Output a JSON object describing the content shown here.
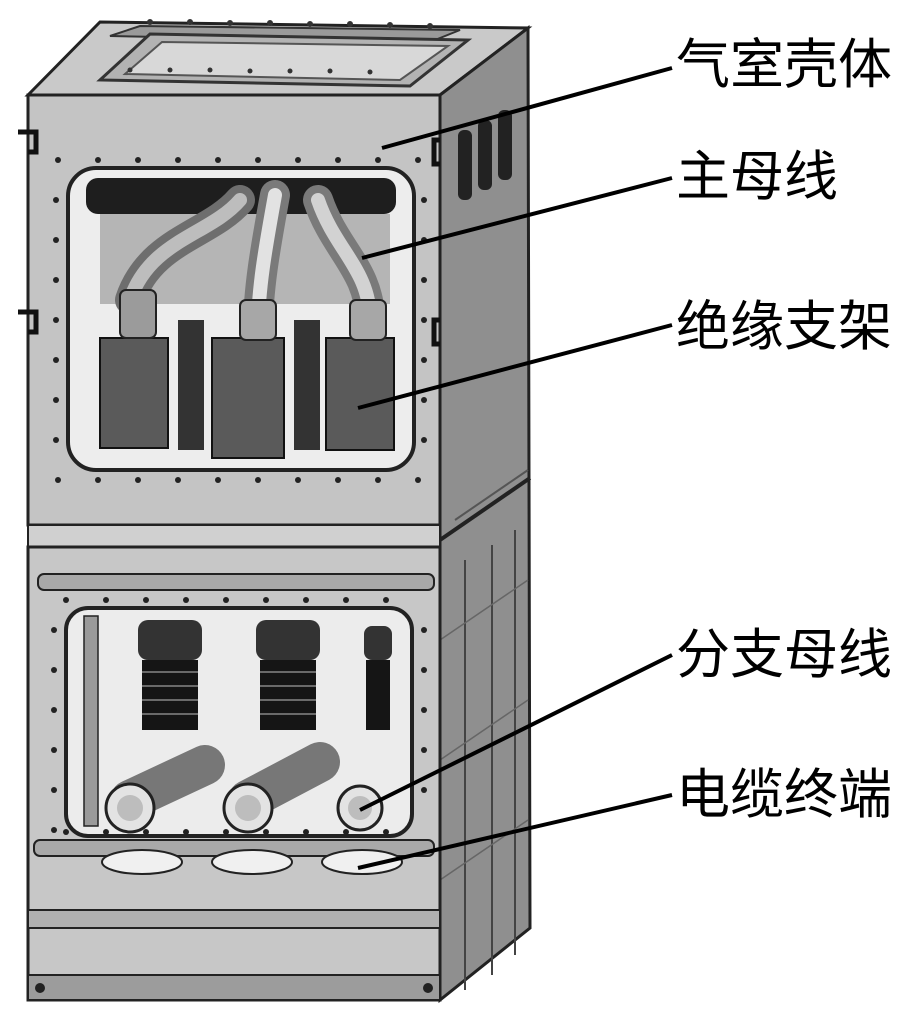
{
  "labels": [
    {
      "text": "气室壳体"
    },
    {
      "text": "主母线"
    },
    {
      "text": "绝缘支架"
    },
    {
      "text": "分支母线"
    },
    {
      "text": "电缆终端"
    }
  ]
}
